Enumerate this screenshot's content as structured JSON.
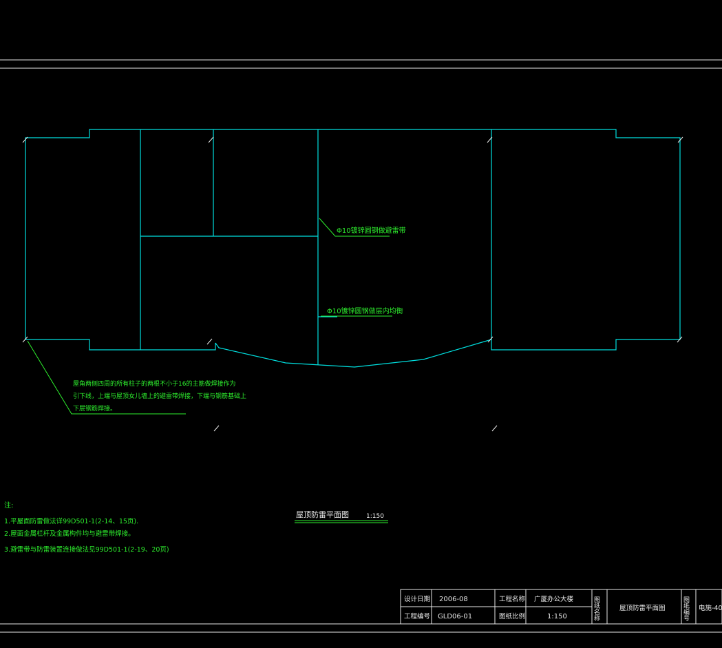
{
  "annotations": {
    "strap_label": "Φ10镀锌圆钢做避雷带",
    "ring_label": "Φ10镀锌圆钢做层内均衡",
    "downlead_lines": [
      "屋角两侧四周的所有柱子的两根不小于16的主筋做焊接作为",
      "引下线，上端与屋顶女儿墙上的避雷带焊接，下端与钢筋基础上",
      "下层钢筋焊接。"
    ]
  },
  "figure": {
    "title": "屋顶防雷平面图",
    "scale": "1:150"
  },
  "notes": {
    "heading": "注:",
    "items": [
      "1.平屋面防雷做法详99D501-1(2-14、15页).",
      "2.屋面金属栏杆及金属构件均与避雷带焊接。",
      "3.避雷带与防雷装置连接做法见99D501-1(2-19、20页)"
    ]
  },
  "title_block": {
    "date_label": "设计日期",
    "date_value": "2006-08",
    "project_name_label": "工程名称",
    "project_name_value": "广厦办公大楼",
    "drawing_name_label": "图纸名称",
    "drawing_name_value": "屋顶防雷平面图",
    "drawing_no_label": "图纸编号",
    "drawing_no_value": "电施-40",
    "project_no_label": "工程编号",
    "project_no_value": "GLD06-01",
    "scale_label": "图纸比例",
    "scale_value": "1:150"
  },
  "colors": {
    "background": "#000000",
    "outline": "#00e0e0",
    "annotation": "#2ef02e",
    "frame": "#e8e8e8"
  }
}
